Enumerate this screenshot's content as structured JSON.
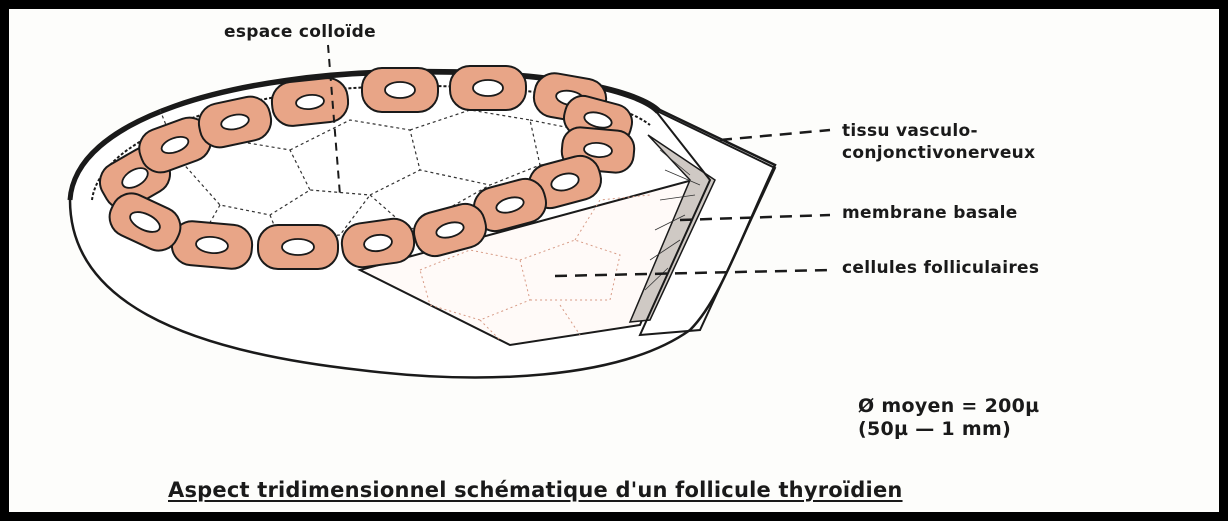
{
  "labels": {
    "espace_colloide": "espace colloïde",
    "tissu_line1": "tissu vasculo-",
    "tissu_line2": "conjonctivonerveux",
    "membrane_basale": "membrane basale",
    "cellules_folliculaires": "cellules folliculaires",
    "diametre_line1": "Ø moyen = 200µ",
    "diametre_line2": "(50µ — 1 mm)"
  },
  "caption": "Aspect tridimensionnel schématique d'un follicule thyroïdien",
  "colors": {
    "frame": "#000000",
    "cell_fill": "#e8a587",
    "nucleus_fill": "#ffffff",
    "line": "#1a1a1a"
  }
}
